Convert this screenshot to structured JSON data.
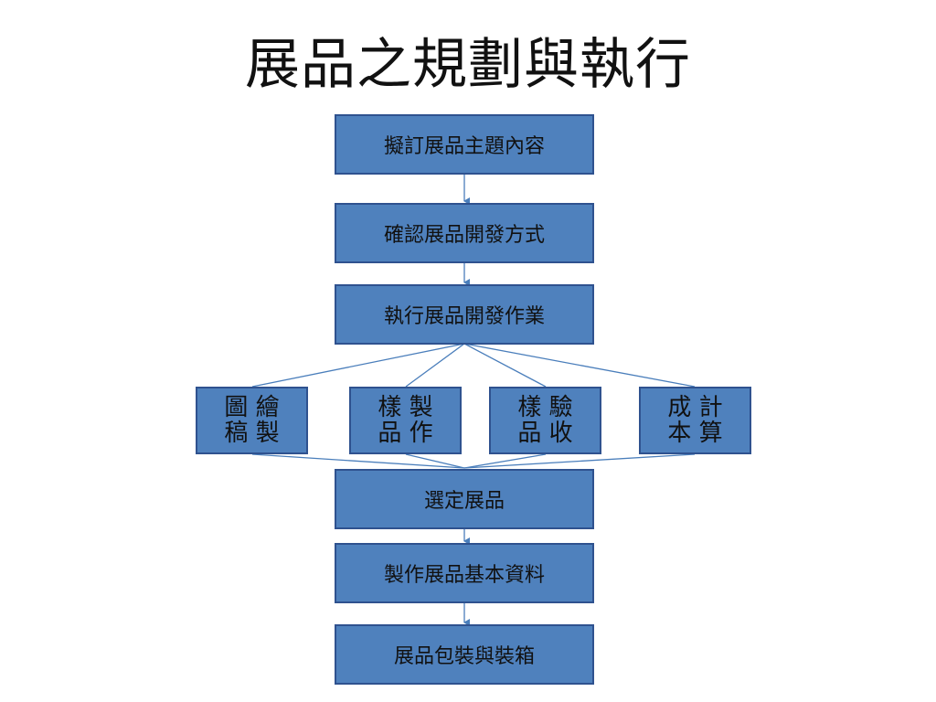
{
  "title": "展品之規劃與執行",
  "steps": {
    "s1": "擬訂展品主題內容",
    "s2": "確認展品開發方式",
    "s3": "執行展品開發作業",
    "s4": "選定展品",
    "s5": "製作展品基本資料",
    "s6": "展品包裝與裝箱"
  },
  "branches": {
    "b1": "圖 繪\n稿 製",
    "b2": "樣 製\n品 作",
    "b3": "樣 驗\n品 收",
    "b4": "成 計\n本 算"
  },
  "colors": {
    "box_fill": "#4f81bd",
    "box_border": "#2f528f",
    "connector": "#4a7ebb"
  }
}
